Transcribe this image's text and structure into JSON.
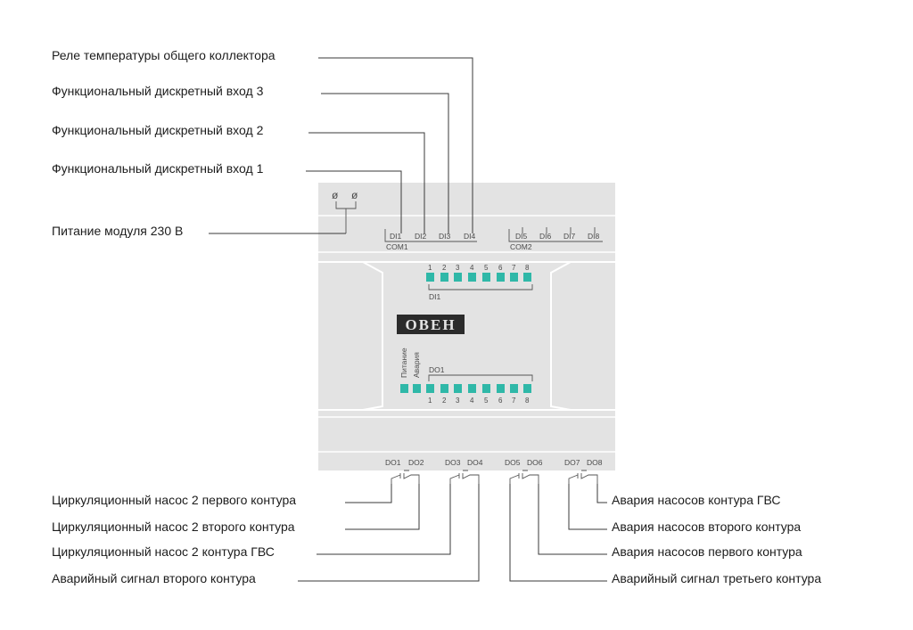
{
  "colors": {
    "body": "#e3e3e3",
    "panel_border": "#ffffff",
    "led": "#2fb8a8",
    "logo": "#2b2b2b"
  },
  "left_labels_top": [
    "Реле температуры общего коллектора",
    "Функциональный дискретный вход 3",
    "Функциональный дискретный вход 2",
    "Функциональный дискретный вход 1",
    "Питание модуля 230 В"
  ],
  "left_labels_bottom": [
    "Циркуляционный насос 2 первого контура",
    "Циркуляционный насос 2 второго контура",
    "Циркуляционный насос 2 контура ГВС",
    "Аварийный сигнал второго контура"
  ],
  "right_labels_bottom": [
    "Авария насосов контура ГВС",
    "Авария насосов второго контура",
    "Авария насосов первого контура",
    "Аварийный сигнал третьего контура"
  ],
  "terminals_top": [
    "DI1",
    "DI2",
    "DI3",
    "DI4",
    "DI5",
    "DI6",
    "DI7",
    "DI8"
  ],
  "com_labels": [
    "COM1",
    "COM2"
  ],
  "terminals_bottom": [
    "DO1",
    "DO2",
    "DO3",
    "DO4",
    "DO5",
    "DO6",
    "DO7",
    "DO8"
  ],
  "led_numbers": [
    "1",
    "2",
    "3",
    "4",
    "5",
    "6",
    "7",
    "8"
  ],
  "group_labels": {
    "inputs": "DI1",
    "outputs": "DO1"
  },
  "status_labels": [
    "Питание",
    "Авария"
  ],
  "logo_text": "ОВЕН",
  "power_symbols": [
    "ø",
    "ø"
  ]
}
